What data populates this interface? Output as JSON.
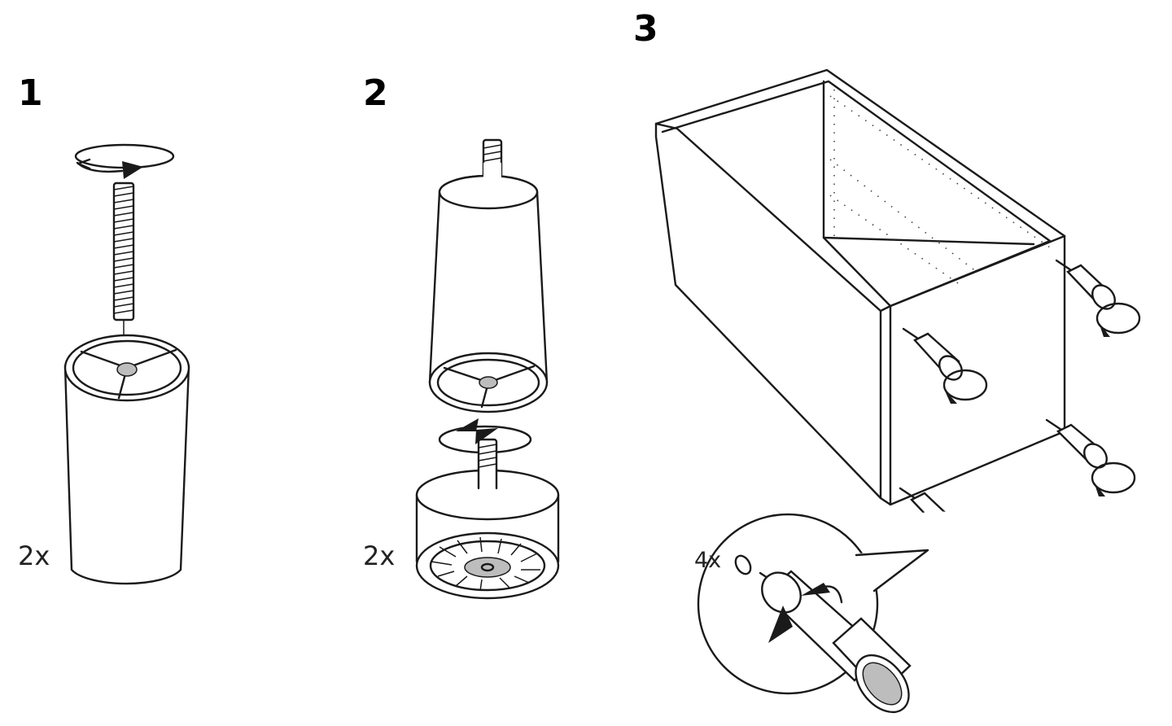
{
  "steps": [
    {
      "number": "1",
      "quantity": "2x"
    },
    {
      "number": "2",
      "quantity": "2x"
    },
    {
      "number": "3",
      "quantity": "4x"
    }
  ]
}
